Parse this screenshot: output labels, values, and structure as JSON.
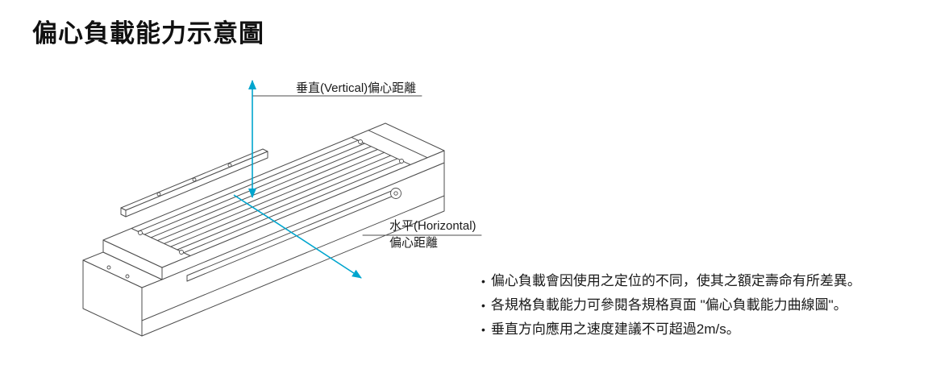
{
  "title": "偏心負載能力示意圖",
  "colors": {
    "accent": "#00a5ce",
    "line": "#4d4d4d",
    "text": "#1a1a1a"
  },
  "diagram": {
    "vertical_label": "垂直(Vertical)偏心距離",
    "horizontal_label_line1": "水平(Horizontal)",
    "horizontal_label_line2": "偏心距離"
  },
  "bullet": "•",
  "notes": [
    "偏心負載會因使用之定位的不同，使其之額定壽命有所差異。",
    "各規格負載能力可參閱各規格頁面 \"偏心負載能力曲線圖\"。",
    "垂直方向應用之速度建議不可超過2m/s。"
  ]
}
